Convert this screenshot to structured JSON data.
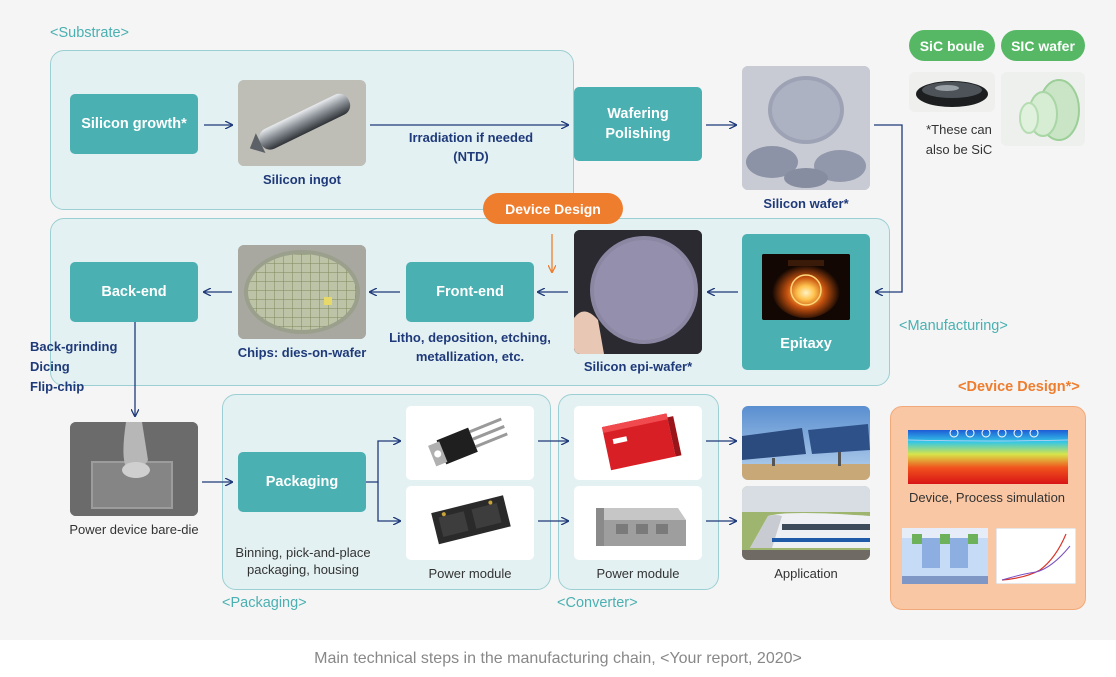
{
  "sections": {
    "substrate": "<Substrate>",
    "manufacturing": "<Manufacturing>",
    "packaging": "<Packaging>",
    "converter": "<Converter>",
    "device_design": "<Device Design*>"
  },
  "steps": {
    "silicon_growth": "Silicon growth*",
    "wafering": "Wafering",
    "polishing": "Polishing",
    "epitaxy": "Epitaxy",
    "front_end": "Front-end",
    "back_end": "Back-end",
    "packaging": "Packaging"
  },
  "captions": {
    "silicon_ingot": "Silicon ingot",
    "irradiation": [
      "Irradiation if needed",
      "(NTD)"
    ],
    "silicon_wafer": "Silicon wafer*",
    "silicon_epi_wafer": "Silicon epi-wafer*",
    "front_end_desc": [
      "Litho, deposition, etching,",
      "metallization, etc."
    ],
    "chips": "Chips: dies-on-wafer",
    "back_end_desc": [
      "Back-grinding",
      "Dicing",
      "Flip-chip"
    ],
    "bare_die": "Power device bare-die",
    "packaging_desc": [
      "Binning, pick-and-place",
      "packaging, housing"
    ],
    "power_module_pkg": "Power module",
    "power_module_conv": "Power module",
    "application": "Application",
    "device_process_sim": "Device, Process simulation",
    "sic_note": [
      "*These can",
      "also be SiC"
    ]
  },
  "badges": {
    "device_design": "Device Design",
    "sic_boule": "SiC boule",
    "sic_wafer": "SIC wafer"
  },
  "footer": "Main technical steps in the manufacturing chain, <Your report, 2020>",
  "colors": {
    "teal": "#4ab0b1",
    "region_fill": "#e4f1f2",
    "arrow_blue": "#1f3a7a",
    "orange": "#ef7d2e",
    "green": "#56b865",
    "device_panel": "#f9c7a4"
  }
}
